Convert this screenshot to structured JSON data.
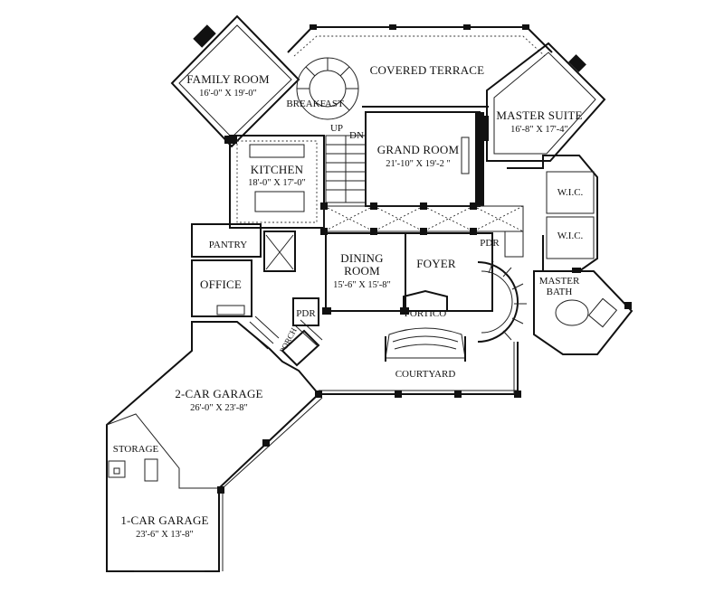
{
  "rooms": {
    "family_room": {
      "name": "FAMILY ROOM",
      "dims": "16'-0\" X 19'-0\""
    },
    "covered_terrace": {
      "name": "COVERED TERRACE"
    },
    "breakfast": {
      "name": "BREAKFAST"
    },
    "master_suite": {
      "name": "MASTER SUITE",
      "dims": "16'-8\" X 17'-4\""
    },
    "grand_room": {
      "name": "GRAND ROOM",
      "dims": "21'-10\" X 19'-2 \""
    },
    "kitchen": {
      "name": "KITCHEN",
      "dims": "18'-0\" X 17'-0\""
    },
    "wic_1": {
      "name": "W.I.C."
    },
    "wic_2": {
      "name": "W.I.C."
    },
    "pantry": {
      "name": "PANTRY"
    },
    "dining_room": {
      "name_line1": "DINING",
      "name_line2": "ROOM",
      "dims": "15'-6\" X 15'-8\""
    },
    "foyer": {
      "name": "FOYER"
    },
    "pdr_1": {
      "name": "PDR"
    },
    "pdr_2": {
      "name": "PDR"
    },
    "master_bath": {
      "name_line1": "MASTER",
      "name_line2": "BATH"
    },
    "office": {
      "name": "OFFICE"
    },
    "portico": {
      "name": "PORTICO"
    },
    "porch": {
      "name": "PORCH"
    },
    "courtyard": {
      "name": "COURTYARD"
    },
    "garage_2": {
      "name": "2-CAR GARAGE",
      "dims": "26'-0\" X 23'-8\""
    },
    "storage": {
      "name": "STORAGE"
    },
    "garage_1": {
      "name": "1-CAR GARAGE",
      "dims": "23'-6\" X 13'-8\""
    }
  },
  "stairs": {
    "up": "UP",
    "dn": "DN"
  }
}
